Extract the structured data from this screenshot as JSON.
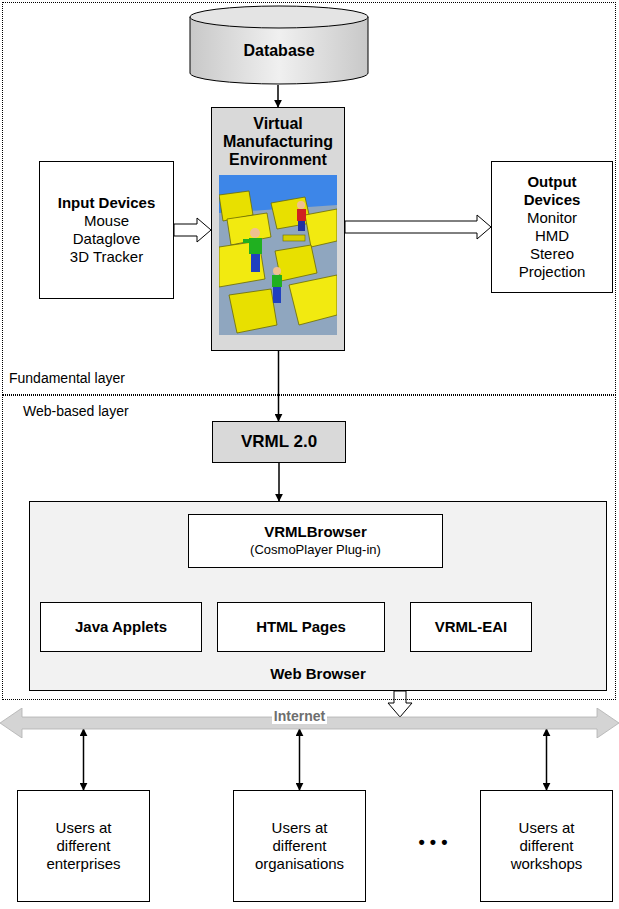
{
  "diagram": {
    "nodes": [
      {
        "text": [
          "Fundamental layer"
        ]
      },
      {
        "text": [
          "Database"
        ],
        "in": 0
      },
      {
        "text": [
          "Input Devices",
          "Mouse Dataglove 3D Tracker"
        ],
        "in": 0
      },
      {
        "text": [
          "Virtual Manufacturing Environment"
        ],
        "in": 0
      },
      {
        "text": [
          "Output Devices",
          "Monitor HMD Stereo Projection"
        ],
        "in": 0
      },
      {
        "text": [
          "Web-based layer"
        ]
      },
      {
        "text": [
          "VRML 2.0"
        ],
        "in": 5
      },
      {
        "text": [
          "Web Browser"
        ],
        "in": 5
      },
      {
        "text": [
          "VRMLBrowser",
          "(CosmoPlayer Plug-in)"
        ],
        "in": 7
      },
      {
        "text": [
          "Java Applets"
        ],
        "in": 7
      },
      {
        "text": [
          "HTML Pages"
        ],
        "in": 7
      },
      {
        "text": [
          "VRML-EAI"
        ],
        "in": 7
      },
      {
        "text": [
          "Internet"
        ]
      },
      {
        "text": [
          "Users at different enterprises"
        ]
      },
      {
        "text": [
          "Users at different organisations"
        ]
      },
      {
        "text": [
          "Users at different workshops"
        ]
      }
    ],
    "edges": [
      {
        "from": 1,
        "to": 3,
        "arrow": "to"
      },
      {
        "from": 2,
        "to": 3,
        "arrow": "to"
      },
      {
        "from": 3,
        "to": 4,
        "arrow": "to"
      },
      {
        "from": 3,
        "to": 6,
        "arrow": "to"
      },
      {
        "from": 6,
        "to": 7,
        "arrow": "to"
      },
      {
        "from": 8,
        "to": 10,
        "arrow": "to"
      },
      {
        "from": 9,
        "to": 10,
        "arrow": "none"
      },
      {
        "from": 10,
        "to": 11,
        "arrow": "none"
      },
      {
        "from": 7,
        "to": 12,
        "arrow": "to"
      },
      {
        "from": 12,
        "to": 13,
        "arrow": "both"
      },
      {
        "from": 12,
        "to": 14,
        "arrow": "both"
      },
      {
        "from": 12,
        "to": 15,
        "arrow": "both"
      }
    ],
    "labels": [
      "• • •"
    ]
  }
}
